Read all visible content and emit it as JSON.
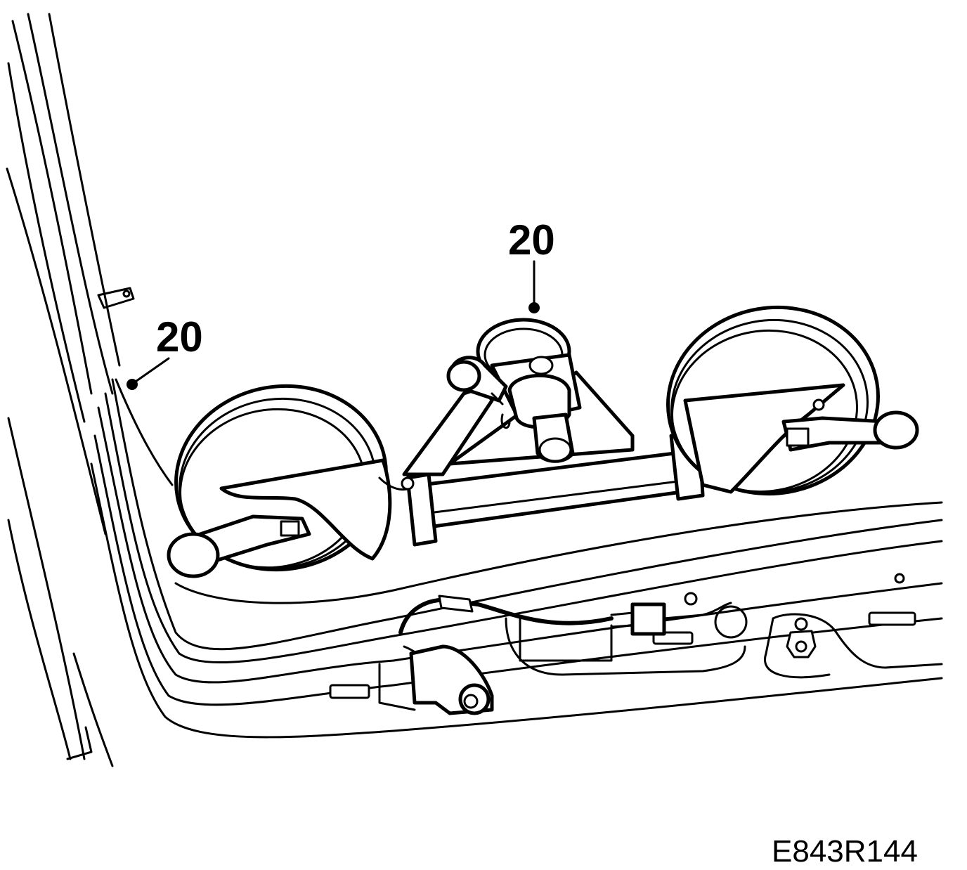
{
  "callouts": [
    {
      "label": "20"
    },
    {
      "label": "20"
    }
  ],
  "figure_id": "E843R144"
}
